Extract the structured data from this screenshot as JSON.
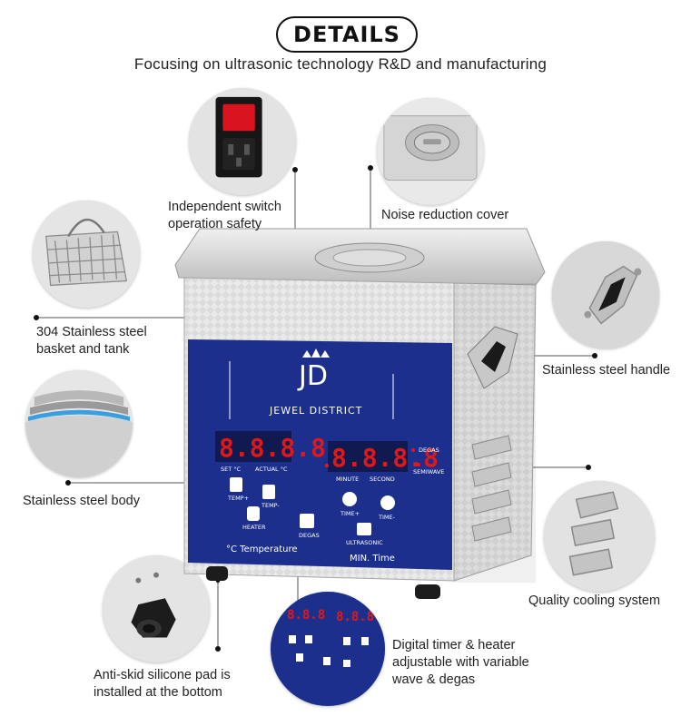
{
  "header": {
    "title": "DETAILS",
    "subtitle": "Focusing on ultrasonic technology R&D and manufacturing"
  },
  "features": {
    "switch": {
      "line1": "Independent switch",
      "line2": "operation safety"
    },
    "cover": {
      "line1": "Noise reduction cover"
    },
    "basket": {
      "line1": "304 Stainless steel",
      "line2": "basket and tank"
    },
    "handle": {
      "line1": "Stainless steel handle"
    },
    "body": {
      "line1": "Stainless steel body"
    },
    "cooling": {
      "line1": "Quality cooling system"
    },
    "pad": {
      "line1": "Anti-skid silicone pad is",
      "line2": "installed at the bottom"
    },
    "panel": {
      "line1": "Digital timer & heater",
      "line2": "adjustable with variable",
      "line3": "wave & degas"
    }
  },
  "panel": {
    "brand_mark": "JD",
    "brand_name": "JEWEL DISTRICT",
    "left_display": "8.8.8.8",
    "right_display": "8.8.8.8",
    "set_label": "SET °C",
    "actual_label": "ACTUAL °C",
    "minute_label": "MINUTE",
    "second_label": "SECOND",
    "degas_label": "DEGAS",
    "semiwave_label": "SEMIWAVE",
    "temp_up": "TEMP+",
    "temp_down": "TEMP-",
    "heater": "HEATER",
    "degas_btn": "DEGAS",
    "time_up": "TIME+",
    "time_down": "TIME-",
    "ultrasonic": "ULTRASONIC",
    "temperature_caption": "°C Temperature",
    "time_caption": "MIN. Time"
  },
  "colors": {
    "panel_blue": "#1c2f8c",
    "steel": "#d9d9d9",
    "display_red": "#e01818"
  }
}
